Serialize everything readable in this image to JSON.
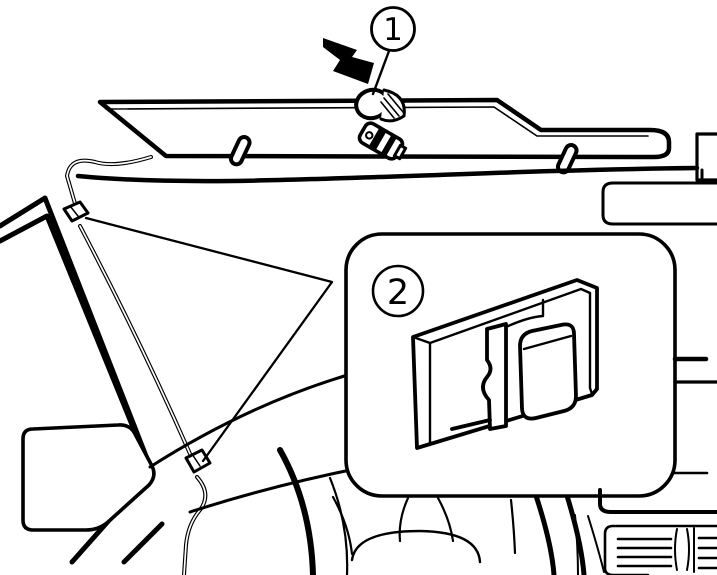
{
  "figure": {
    "background_color": "#ffffff",
    "line_color": "#000000",
    "callouts": [
      {
        "label": "1",
        "points_to": "grommet-on-hood-edge"
      },
      {
        "label": "2",
        "points_to": "hose-clip-detail"
      }
    ]
  }
}
